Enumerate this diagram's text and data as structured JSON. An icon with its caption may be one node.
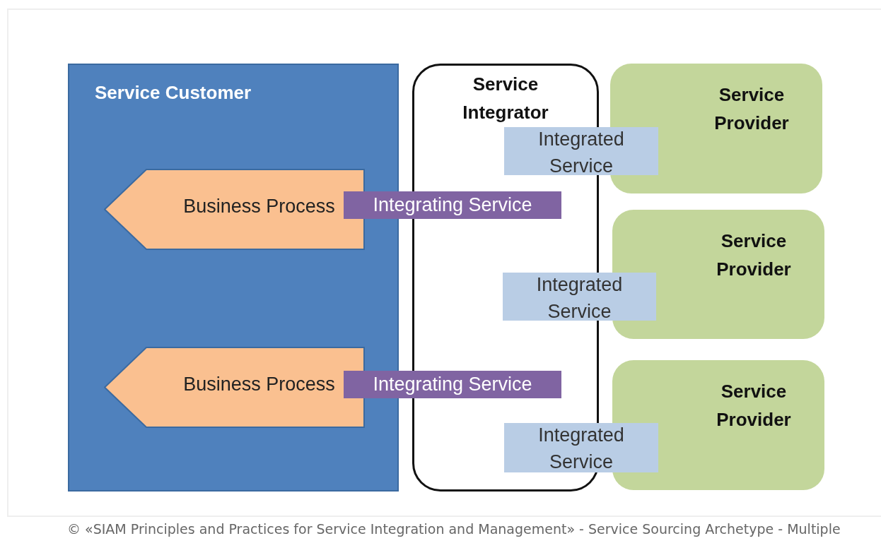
{
  "diagram": {
    "caption": "© «SIAM Principles and Practices for Service Integration and Management» - Service Sourcing Archetype - Multiple",
    "nodes": [
      {
        "text": [
          "Service Customer"
        ]
      },
      {
        "text": [
          "Business Process"
        ],
        "in": 0
      },
      {
        "text": [
          "Business Process"
        ],
        "in": 0
      },
      {
        "text": [
          "Service Integrator"
        ]
      },
      {
        "text": [
          "Integrating Service"
        ]
      },
      {
        "text": [
          "Integrating Service"
        ]
      },
      {
        "text": [
          "Service Provider"
        ]
      },
      {
        "text": [
          "Integrated Service"
        ]
      },
      {
        "text": [
          "Service Provider"
        ]
      },
      {
        "text": [
          "Integrated Service"
        ]
      },
      {
        "text": [
          "Service Provider"
        ]
      },
      {
        "text": [
          "Integrated Service"
        ]
      }
    ],
    "edges": []
  }
}
